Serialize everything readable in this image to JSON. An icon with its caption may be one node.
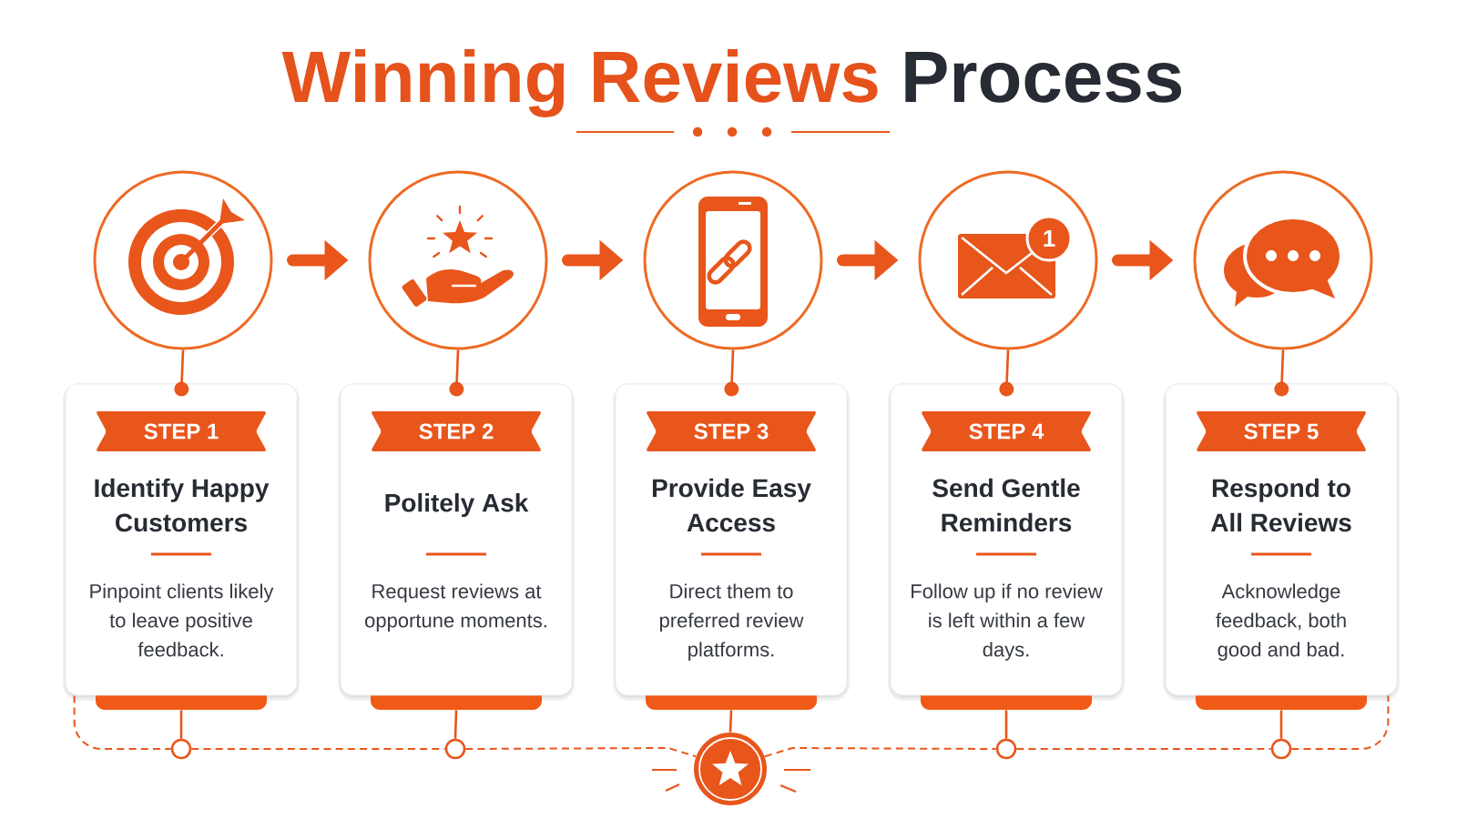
{
  "diagram": {
    "title": "Winning Reviews Process",
    "nodes": [
      {
        "text": [],
        "shape": "circle"
      },
      {
        "text": [],
        "shape": "circle"
      },
      {
        "text": [],
        "shape": "circle"
      },
      {
        "text": [],
        "shape": "circle"
      },
      {
        "text": [],
        "shape": "circle"
      },
      {
        "text": [
          "STEP 1",
          "Identify Happy Customers",
          "Pinpoint clients likely to leave positive feedback."
        ]
      },
      {
        "text": [
          "STEP 2",
          "Politely Ask",
          "Request reviews at opportune moments."
        ]
      },
      {
        "text": [
          "STEP 3",
          "Provide Easy Access",
          "Direct them to preferred review platforms."
        ]
      },
      {
        "text": [
          "STEP 4",
          "Send Gentle Reminders",
          "Follow up if no review is left within a few days."
        ]
      },
      {
        "text": [
          "STEP 5",
          "Respond to All Reviews",
          "Acknowledge feedback, both good and bad."
        ]
      },
      {
        "text": [],
        "shape": "circle"
      },
      {
        "text": [],
        "shape": "circle"
      },
      {
        "text": [],
        "shape": "circle"
      },
      {
        "text": [],
        "shape": "circle"
      },
      {
        "text": [],
        "shape": "circle"
      }
    ],
    "edges": [
      {
        "from": 0,
        "to": 1,
        "arrow": "to",
        "style": "thick"
      },
      {
        "from": 1,
        "to": 2,
        "arrow": "to",
        "style": "thick"
      },
      {
        "from": 2,
        "to": 3,
        "arrow": "to",
        "style": "thick"
      },
      {
        "from": 3,
        "to": 4,
        "arrow": "to",
        "style": "thick"
      },
      {
        "from": 0,
        "to": 5,
        "arrow": "other"
      },
      {
        "from": 1,
        "to": 6,
        "arrow": "other"
      },
      {
        "from": 2,
        "to": 7,
        "arrow": "other"
      },
      {
        "from": 3,
        "to": 8,
        "arrow": "other"
      },
      {
        "from": 4,
        "to": 9,
        "arrow": "other"
      },
      {
        "from": 5,
        "to": 10,
        "arrow": "none"
      },
      {
        "from": 6,
        "to": 11,
        "arrow": "none"
      },
      {
        "from": 7,
        "to": 12,
        "arrow": "none"
      },
      {
        "from": 8,
        "to": 13,
        "arrow": "none"
      },
      {
        "from": 9,
        "to": 14,
        "arrow": "none"
      },
      {
        "from": 5,
        "to": 10,
        "arrow": "none",
        "style": "dashed"
      },
      {
        "from": 10,
        "to": 11,
        "arrow": "none",
        "style": "dashed"
      },
      {
        "from": 11,
        "to": 12,
        "arrow": "none",
        "style": "dashed"
      },
      {
        "from": 12,
        "to": 13,
        "arrow": "none",
        "style": "dashed"
      },
      {
        "from": 13,
        "to": 14,
        "arrow": "none",
        "style": "dashed"
      },
      {
        "from": 14,
        "to": 9,
        "arrow": "none",
        "style": "dashed"
      }
    ],
    "labels": [
      "1"
    ]
  }
}
